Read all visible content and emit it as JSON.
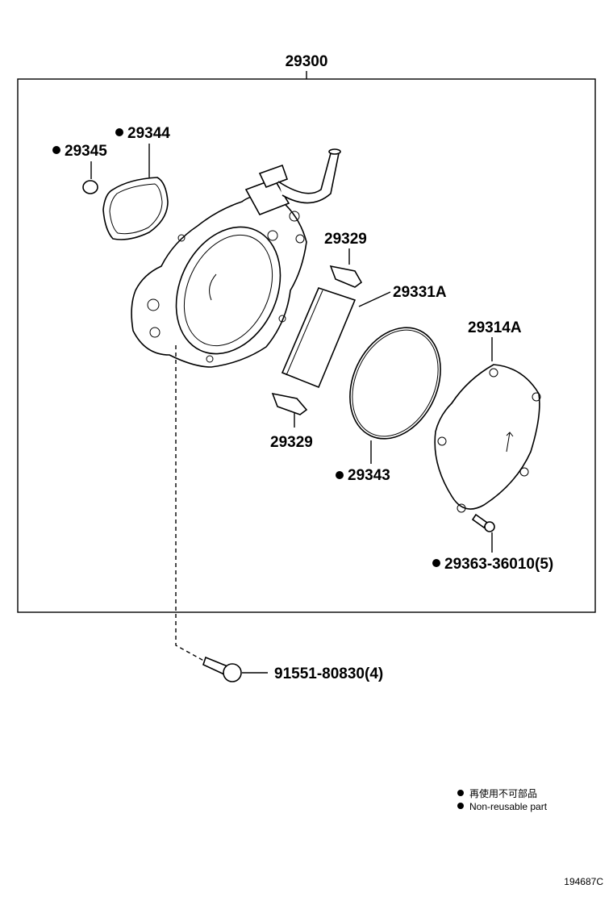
{
  "diagram": {
    "labels": {
      "assembly": "29300",
      "gasket_29344": "29344",
      "oring_29345": "29345",
      "clip_upper": "29329",
      "clip_lower": "29329",
      "vane_29331a": "29331A",
      "oring_29343": "29343",
      "cover_29314a": "29314A",
      "cover_bolt": "29363-36010(5)",
      "mount_bolt": "91551-80830(4)"
    },
    "legend": {
      "japanese": "再使用不可部品",
      "english": "Non-reusable part"
    },
    "figure_code": "194687C"
  }
}
